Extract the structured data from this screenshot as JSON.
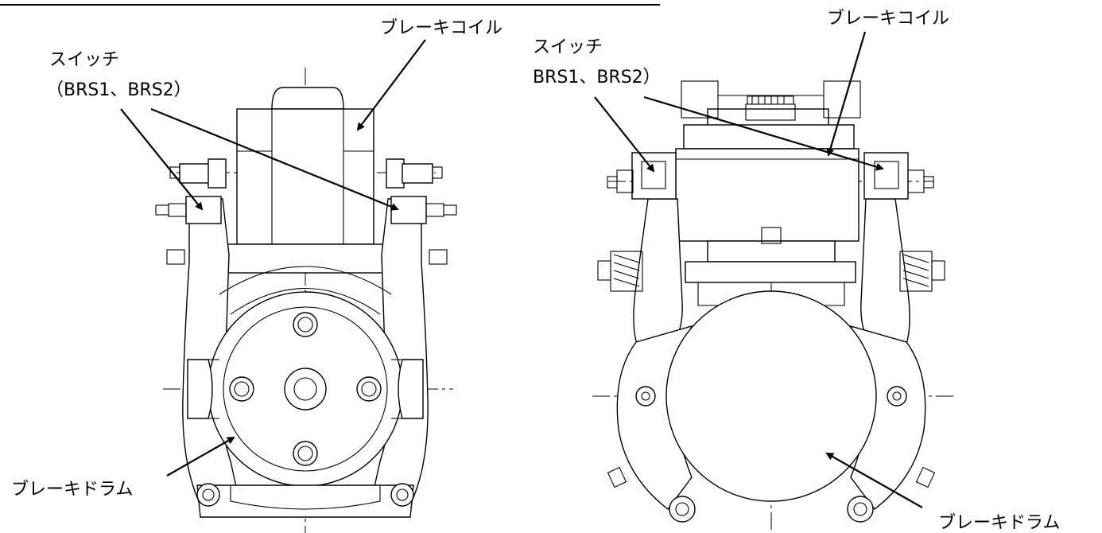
{
  "left_view": {
    "brake_coil_label": "ブレーキコイル",
    "switch_label": "スイッチ",
    "switch_ids_label": "（BRS1、BRS2）",
    "brake_drum_label": "ブレーキドラム"
  },
  "right_view": {
    "brake_coil_label": "ブレーキコイル",
    "switch_label": "スイッチ",
    "switch_ids_label": "BRS1、BRS2）",
    "brake_drum_label": "ブレーキドラム"
  }
}
